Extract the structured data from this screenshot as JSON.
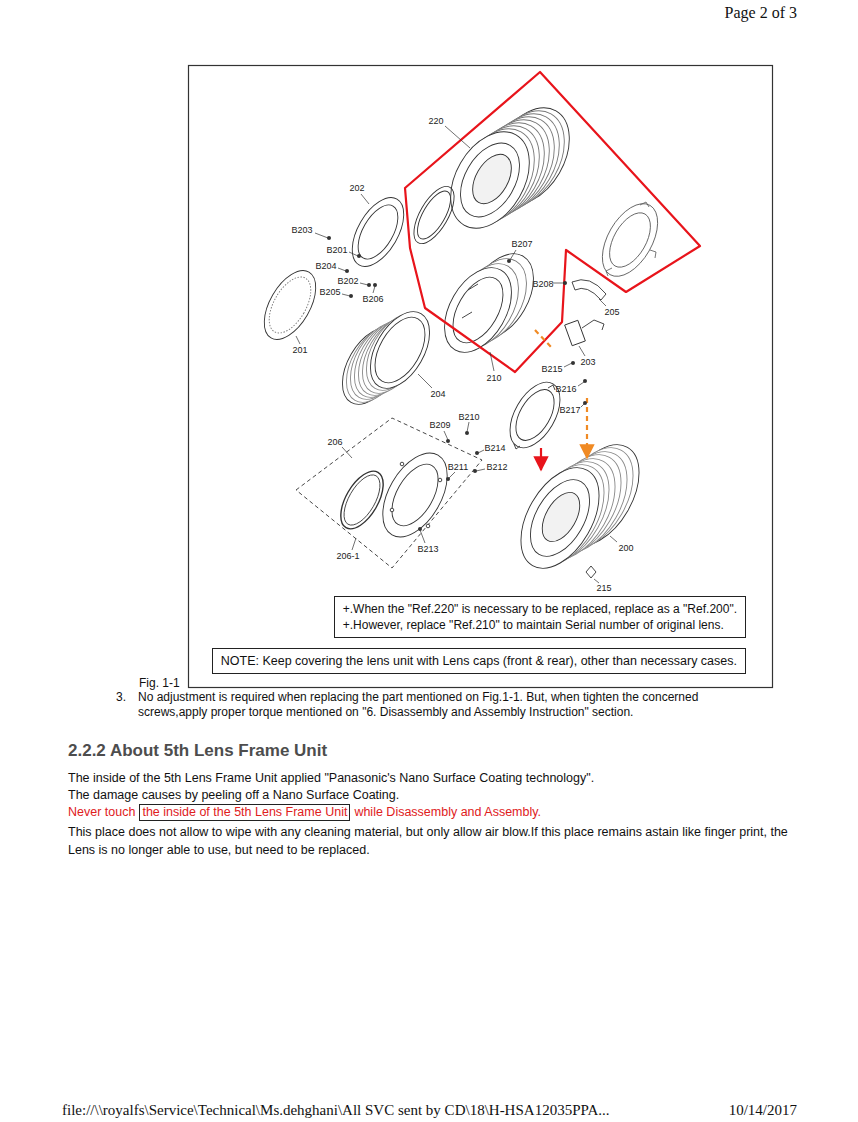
{
  "diagram": {
    "title": "2.2.2 About 5th Lens Frame Unit",
    "caption": "Fig. 1-1",
    "nodes": [
      {
        "text": [
          "+.When the \"Ref.220\" is necessary to be replaced, replace as a \"Ref.200\".",
          "+.However, replace \"Ref.210\" to maintain Serial number of original lens."
        ]
      },
      {
        "text": [
          "NOTE: Keep covering the lens unit with Lens caps (front & rear), other than necessary cases."
        ]
      },
      {
        "text": [
          "the inside of the 5th Lens Frame Unit"
        ]
      }
    ],
    "labels": [
      "Page 2 of 3",
      "220",
      "202",
      "B203",
      "B201",
      "B204",
      "B202",
      "B205",
      "B206",
      "201",
      "204",
      "B207",
      "B208",
      "205",
      "210",
      "203",
      "B215",
      "B216",
      "B217",
      "206",
      "B209",
      "B210",
      "B214",
      "B211",
      "B212",
      "206-1",
      "B213",
      "200",
      "215",
      "3.",
      "No adjustment is required when replacing the part mentioned on Fig.1-1. But, when tighten the concerned screws,apply proper torque mentioned on \"6. Disassembly and Assembly Instruction\" section.",
      "The inside of the 5th Lens Frame Unit applied \"Panasonic's Nano Surface Coating technology\".",
      "The damage causes by peeling off a Nano Surface Coating.",
      "Never touch",
      "while Disassembly and Assembly.",
      "This place does not allow to wipe with any cleaning material, but only allow air blow.If this place remains astain like finger print, the Lens is no longer able to use, but need to be replaced.",
      "file://\\\\royalfs\\Service\\Technical\\Ms.dehghani\\All SVC sent by CD\\18\\H-HSA12035PPA...",
      "10/14/2017"
    ]
  }
}
